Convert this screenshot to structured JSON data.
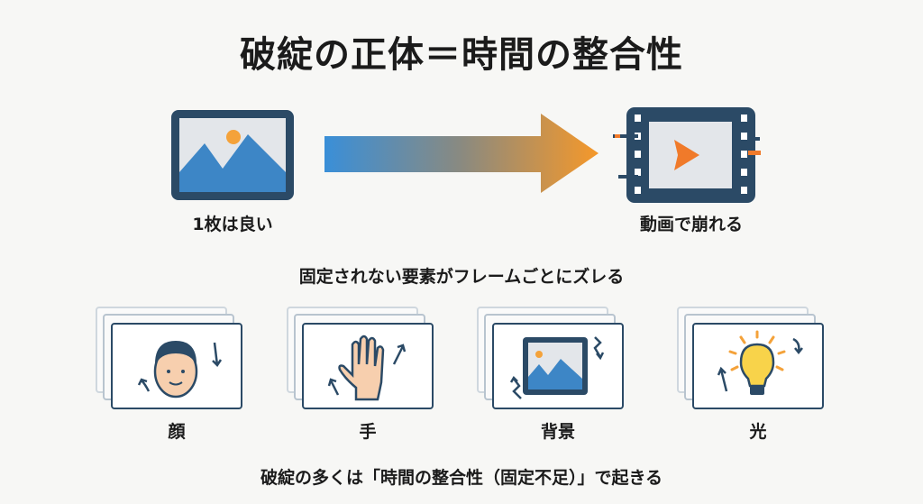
{
  "title": "破綻の正体＝時間の整合性",
  "left_label": "1枚は良い",
  "right_label": "動画で崩れる",
  "subtitle": "固定されない要素がフレームごとにズレる",
  "cards": [
    {
      "label": "顔",
      "icon": "face-icon"
    },
    {
      "label": "手",
      "icon": "hand-icon"
    },
    {
      "label": "背景",
      "icon": "landscape-image-icon"
    },
    {
      "label": "光",
      "icon": "lightbulb-icon"
    }
  ],
  "footer": "破綻の多くは「時間の整合性（固定不足）」で起きる",
  "colors": {
    "navy": "#2b4a66",
    "blue": "#3a8fd0",
    "orange": "#f39a2e",
    "play": "#f07a2a"
  }
}
